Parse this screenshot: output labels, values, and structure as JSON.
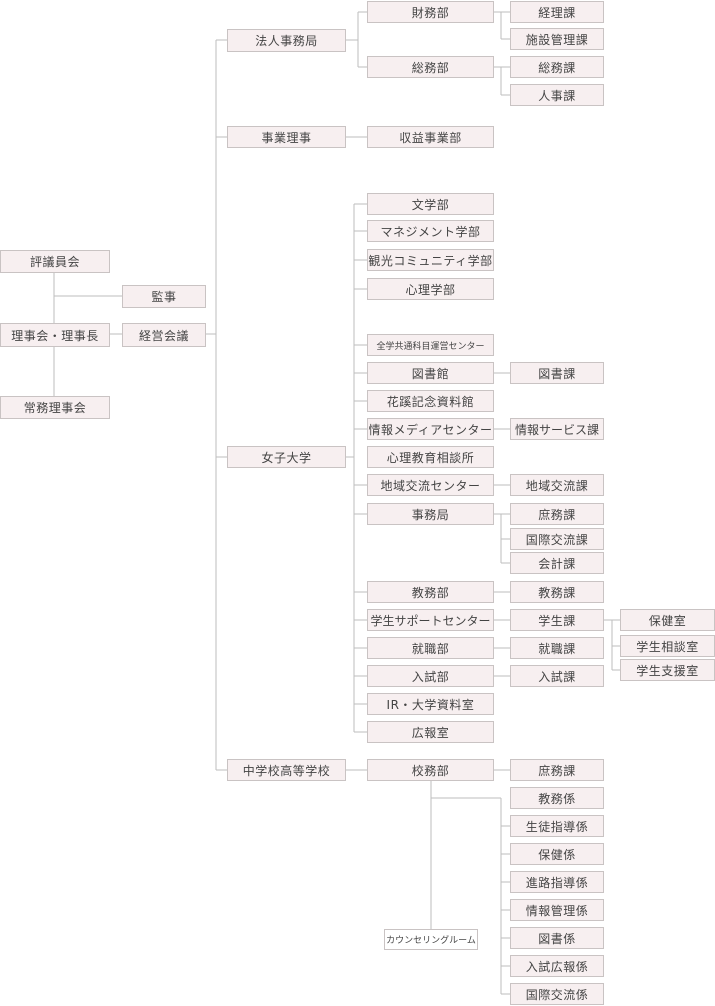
{
  "org": {
    "hyogiinkai": "評議員会",
    "kanji": "監事",
    "rijikai": "理事会・理事長",
    "keiei_kaigi": "経営会議",
    "jomu_rijikai": "常務理事会",
    "hojin_jimukyoku": {
      "label": "法人事務局",
      "zaimubu": "財務部",
      "keirika": "経理課",
      "shisetsu_kanrika": "施設管理課",
      "somubu": "総務部",
      "somuka": "総務課",
      "jinjika": "人事課"
    },
    "jigyo_riji": {
      "label": "事業理事",
      "shueki_jigyobu": "収益事業部"
    },
    "joshi_daigaku": {
      "label": "女子大学",
      "bungakubu": "文学部",
      "management_gakubu": "マネジメント学部",
      "kanko_gakubu": "観光コミュニティ学部",
      "shinri_gakubu": "心理学部",
      "kyotsu_center": "全学共通科目運営センター",
      "toshokan": "図書館",
      "toshoka": "図書課",
      "kaei_shiryokan": "花蹊記念資料館",
      "joho_media_center": "情報メディアセンター",
      "joho_service_ka": "情報サービス課",
      "shinri_sodanjo": "心理教育相談所",
      "chiiki_center": "地域交流センター",
      "chiiki_ka": "地域交流課",
      "jimukyoku": "事務局",
      "shomuka": "庶務課",
      "kokusai_ka": "国際交流課",
      "kaikei_ka": "会計課",
      "kyomubu": "教務部",
      "kyomuka": "教務課",
      "gakusei_support_center": "学生サポートセンター",
      "gakuseika": "学生課",
      "hokenshitsu": "保健室",
      "gakusei_sodanshitsu": "学生相談室",
      "gakusei_shienshitsu": "学生支援室",
      "shushokubu": "就職部",
      "shushokuka": "就職課",
      "nyushibu": "入試部",
      "nyushika": "入試課",
      "ir_shiryoshitsu": "IR・大学資料室",
      "kohoshitsu": "広報室"
    },
    "chugakko_koto_gakko": {
      "label": "中学校高等学校",
      "komubu": "校務部",
      "shomuka": "庶務課",
      "kyomu_gakari": "教務係",
      "seito_shido_gakari": "生徒指導係",
      "hoken_gakari": "保健係",
      "shinro_shido_gakari": "進路指導係",
      "joho_kanri_gakari": "情報管理係",
      "tosho_gakari": "図書係",
      "nyushi_koho_gakari": "入試広報係",
      "kokusai_koryu_gakari": "国際交流係",
      "counseling_room": "カウンセリングルーム"
    }
  }
}
